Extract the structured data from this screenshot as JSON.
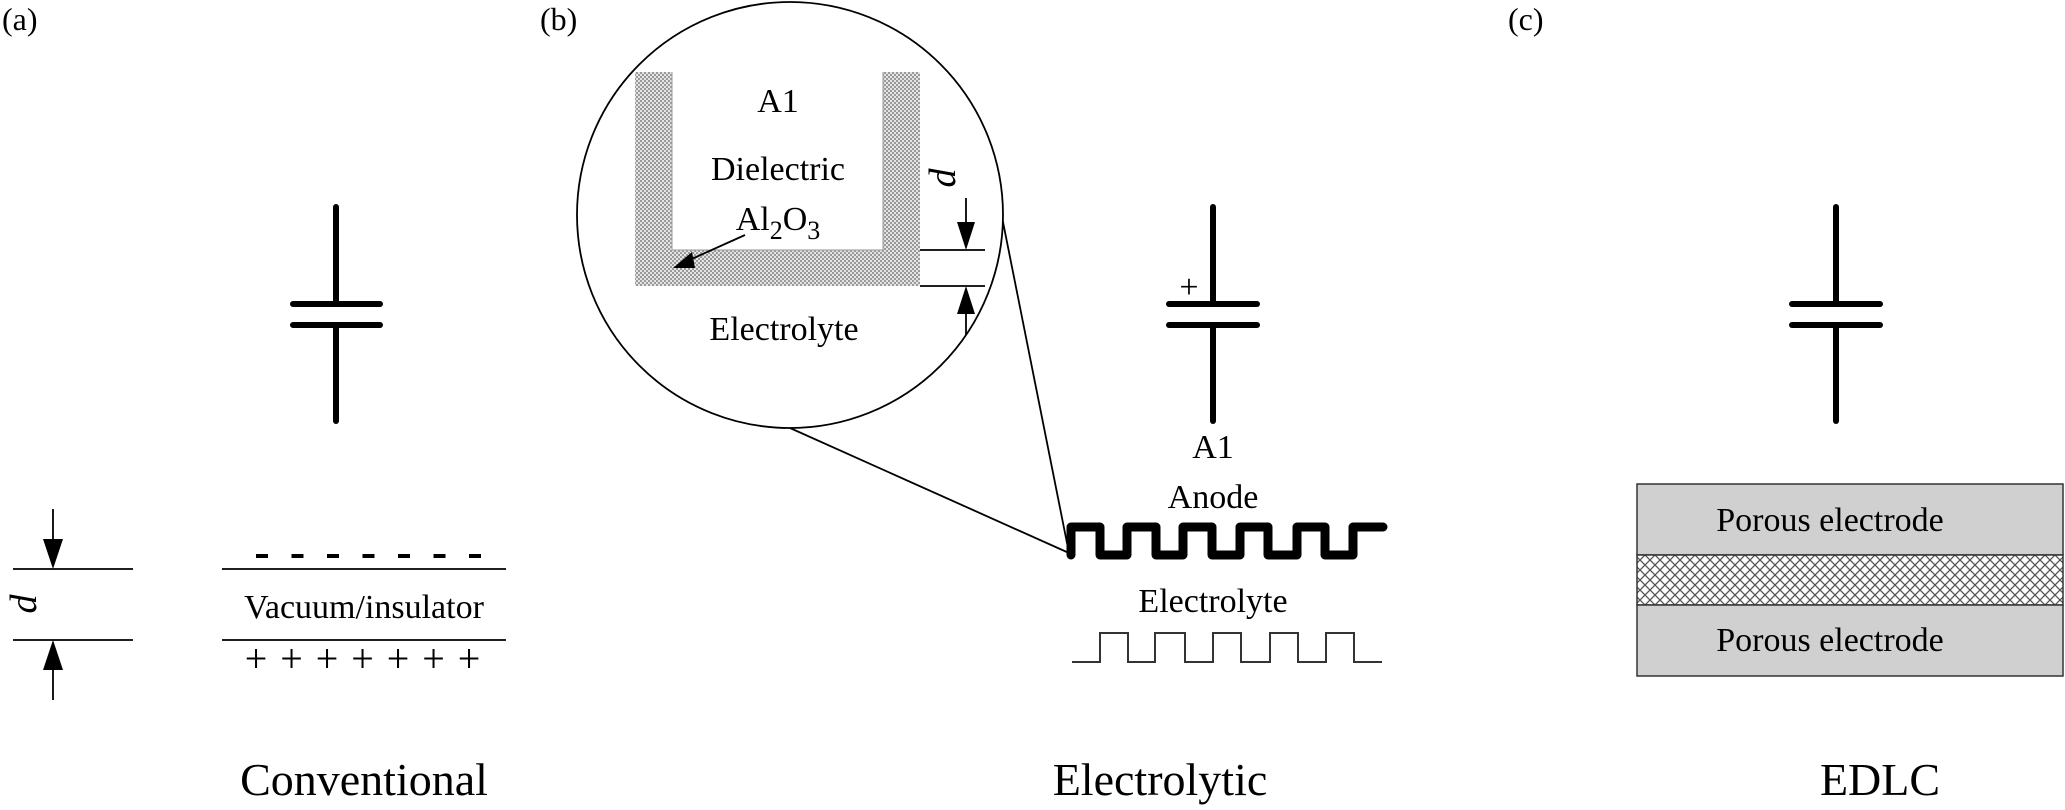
{
  "figure": {
    "panels": [
      {
        "id": "a",
        "label": "(a)",
        "title": "Conventional",
        "dimension_symbol": "d",
        "dielectric_label": "Vacuum/insulator",
        "negative_charges": [
          "-",
          "-",
          "-",
          "-",
          "-",
          "-",
          "-"
        ],
        "positive_charges": [
          "+",
          "+",
          "+",
          "+",
          "+",
          "+",
          "+",
          "+"
        ]
      },
      {
        "id": "b",
        "label": "(b)",
        "title": "Electrolytic",
        "inset": {
          "metal_label": "A1",
          "dielectric_label": "Dielectric",
          "oxide_formula": {
            "base1": "Al",
            "sub1": "2",
            "base2": "O",
            "sub2": "3"
          },
          "electrolyte_label": "Electrolyte",
          "dimension_symbol": "d"
        },
        "polarity_mark": "+",
        "anode_label_line1": "A1",
        "anode_label_line2": "Anode",
        "electrolyte_label": "Electrolyte"
      },
      {
        "id": "c",
        "label": "(c)",
        "title": "EDLC",
        "top_electrode_label": "Porous electrode",
        "bottom_electrode_label": "Porous electrode"
      }
    ],
    "colors": {
      "line": "#000000",
      "oxide_fill": "#c8c8c8",
      "electrode_fill": "#d0d0d0",
      "separator_hatch": "#555555"
    }
  }
}
